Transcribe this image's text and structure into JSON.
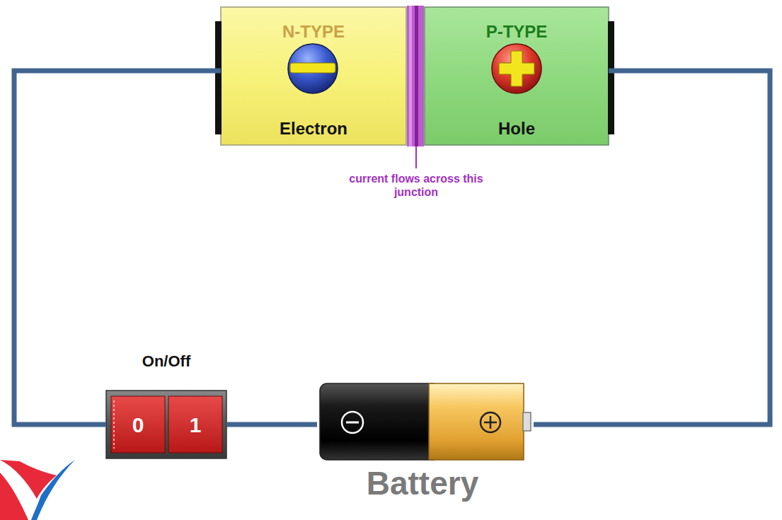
{
  "diagram": {
    "nodes": [
      {
        "text": [
          "N-TYPE",
          "Electron"
        ]
      },
      {
        "text": [
          "P-TYPE",
          "Hole"
        ]
      },
      {
        "text": [
          "0",
          "1"
        ]
      },
      {
        "text": [
          "Battery"
        ]
      }
    ],
    "edges": [
      {
        "from": 0,
        "to": 2,
        "arrow": "none"
      },
      {
        "from": 2,
        "to": 3,
        "arrow": "none"
      },
      {
        "from": 3,
        "to": 1,
        "arrow": "none"
      }
    ],
    "labels": [
      "current flows across this junction",
      "On/Off"
    ]
  }
}
